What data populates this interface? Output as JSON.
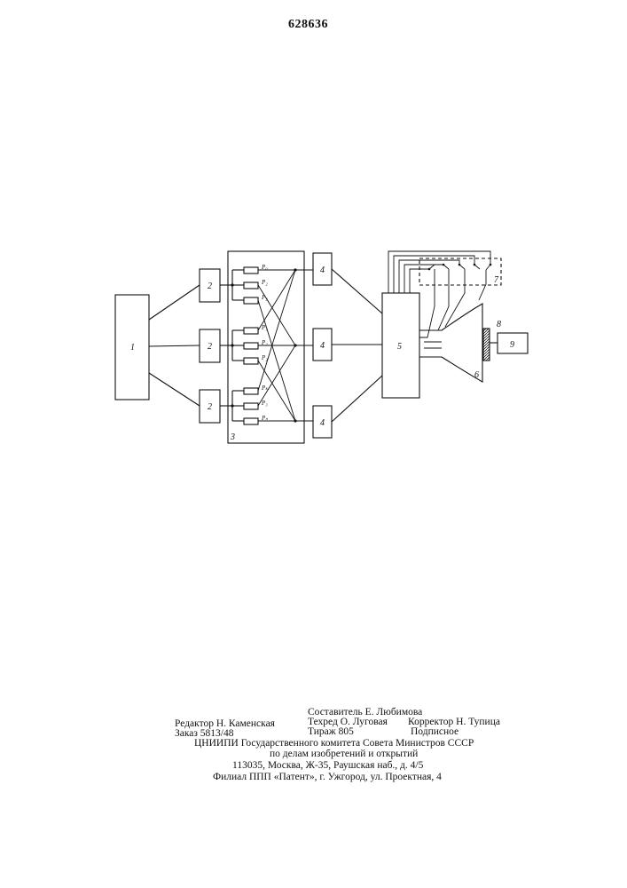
{
  "header": {
    "patent_number": "628636"
  },
  "diagram": {
    "block_labels": {
      "generator": "1",
      "shaper_top": "2",
      "shaper_mid": "2",
      "shaper_bot": "2",
      "matrix": "3",
      "adder_top": "4",
      "adder_mid": "4",
      "adder_bot": "4",
      "amplifier": "5",
      "crt": "6",
      "switch_unit": "7",
      "screen": "8",
      "output": "9"
    },
    "resistor_labels": [
      "P₀",
      "P₂",
      "P₂",
      "P₁",
      "P₂",
      "P₂",
      "Pₖ",
      "P₃",
      "Pₙ"
    ]
  },
  "imprint": {
    "compiler": "Составитель Е. Любимова",
    "editor": "Редактор Н. Каменская",
    "techred": "Техред О. Луговая",
    "corrector": "Корректор Н. Тупица",
    "order": "Заказ 5813/48",
    "circulation": "Тираж 805",
    "subscription": "Подписное",
    "institute": "ЦНИИПИ Государственного комитета Совета Министров СССР",
    "institute_line2": "по делам изобретений и открытий",
    "address": "113035, Москва, Ж-35, Раушская наб., д. 4/5",
    "branch": "Филиал ППП «Патент», г. Ужгород, ул. Проектная, 4"
  }
}
